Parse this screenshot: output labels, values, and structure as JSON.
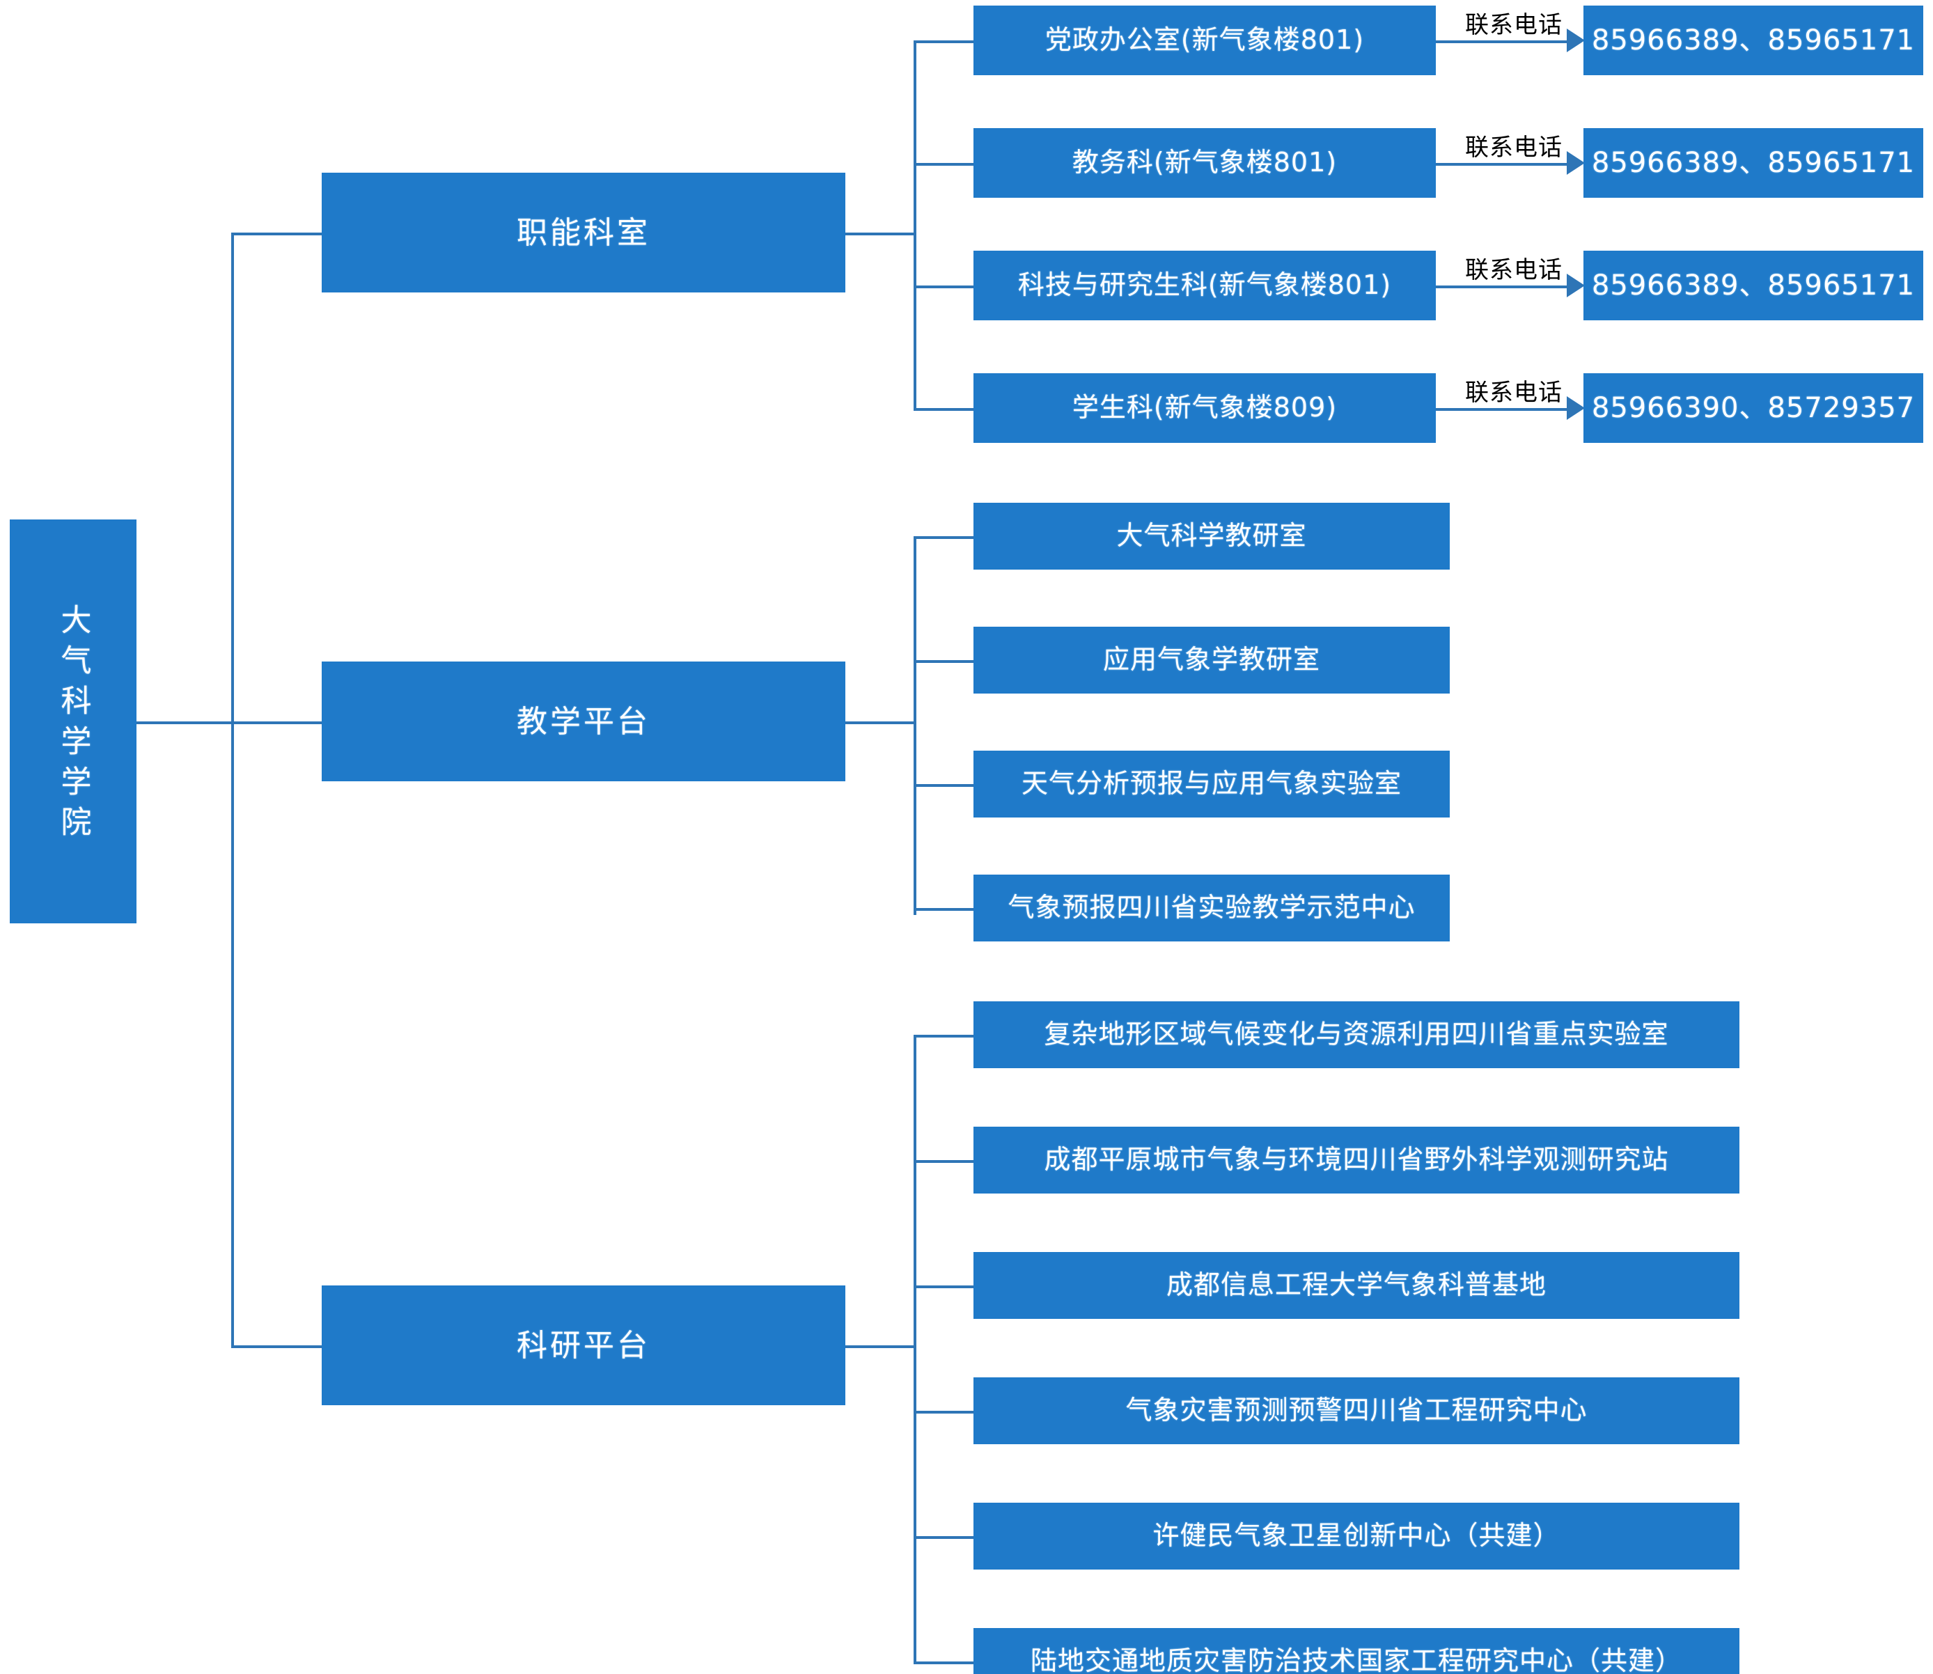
{
  "diagram": {
    "title_root": "大气科学学院",
    "edge_label": "联系电话",
    "branches": [
      {
        "label": "职能科室",
        "children": [
          {
            "name": "党政办公室(新气象楼801)",
            "phone": "85966389、85965171"
          },
          {
            "name": "教务科(新气象楼801)",
            "phone": "85966389、85965171"
          },
          {
            "name": "科技与研究生科(新气象楼801)",
            "phone": "85966389、85965171"
          },
          {
            "name": "学生科(新气象楼809)",
            "phone": "85966390、85729357"
          }
        ]
      },
      {
        "label": "教学平台",
        "children": [
          {
            "name": "大气科学教研室"
          },
          {
            "name": "应用气象学教研室"
          },
          {
            "name": "天气分析预报与应用气象实验室"
          },
          {
            "name": "气象预报四川省实验教学示范中心"
          }
        ]
      },
      {
        "label": "科研平台",
        "children": [
          {
            "name": "复杂地形区域气候变化与资源利用四川省重点实验室"
          },
          {
            "name": "成都平原城市气象与环境四川省野外科学观测研究站"
          },
          {
            "name": "成都信息工程大学气象科普基地"
          },
          {
            "name": "气象灾害预测预警四川省工程研究中心"
          },
          {
            "name": "许健民气象卫星创新中心（共建）"
          },
          {
            "name": "陆地交通地质灾害防治技术国家工程研究中心（共建）"
          }
        ]
      }
    ],
    "colors": {
      "box_fill": "#1F7AC9",
      "line": "#2E75B6",
      "text": "#FFFFFF",
      "label_text": "#000000",
      "background": "#FFFFFF"
    }
  }
}
